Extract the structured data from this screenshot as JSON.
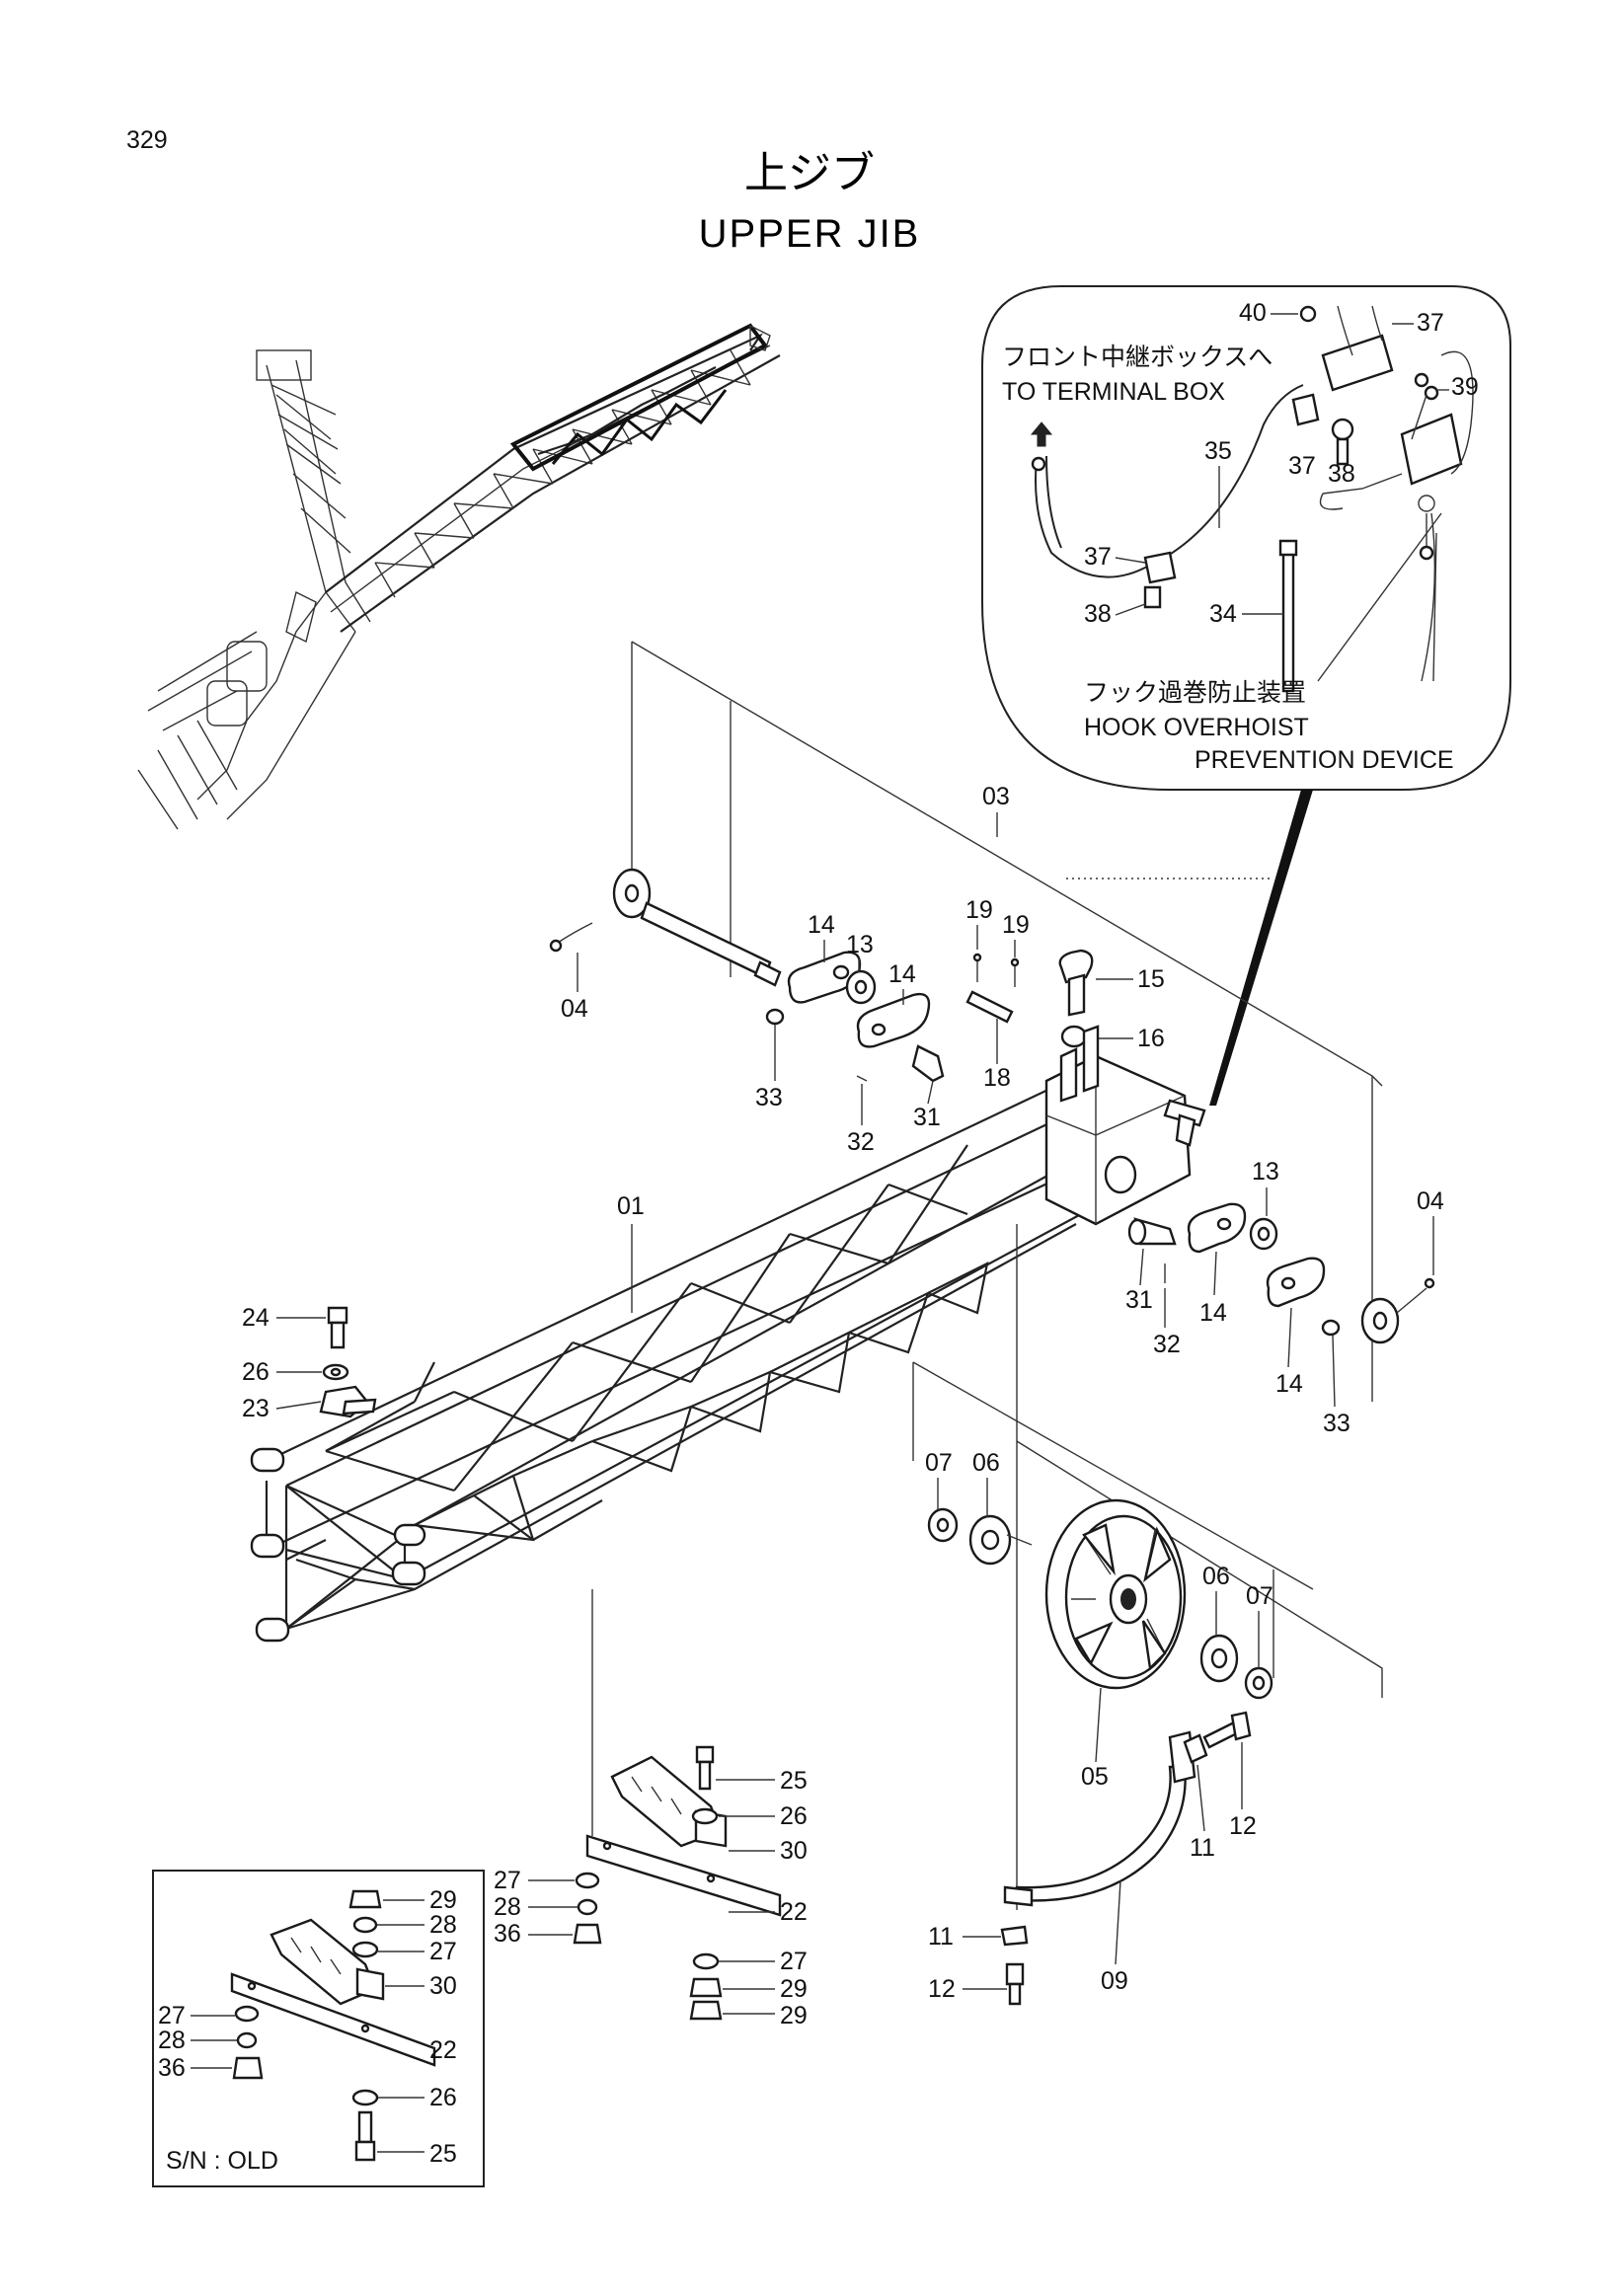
{
  "page_number": "329",
  "title_jp": "上ジブ",
  "title_en": "UPPER JIB",
  "inset_top": {
    "note_jp": "フロント中継ボックスへ",
    "note_en": "TO TERMINAL BOX",
    "device_jp": "フック過巻防止装置",
    "device_en_1": "HOOK OVERHOIST",
    "device_en_2": "PREVENTION DEVICE"
  },
  "inset_bottom": {
    "serial_label": "S/N : OLD"
  },
  "callouts": {
    "c40": "40",
    "c37a": "37",
    "c39": "39",
    "c37b": "37",
    "c38a": "38",
    "c35": "35",
    "c37c": "37",
    "c38b": "38",
    "c34": "34",
    "c03": "03",
    "c04a": "04",
    "c14a": "14",
    "c13a": "13",
    "c14b": "14",
    "c33a": "33",
    "c19a": "19",
    "c19b": "19",
    "c18": "18",
    "c15": "15",
    "c16": "16",
    "c31a": "31",
    "c32a": "32",
    "c01": "01",
    "c13b": "13",
    "c04b": "04",
    "c31b": "31",
    "c32b": "32",
    "c14c": "14",
    "c14d": "14",
    "c33b": "33",
    "c24": "24",
    "c26a": "26",
    "c23": "23",
    "c07a": "07",
    "c06a": "06",
    "c06b": "06",
    "c07b": "07",
    "c05": "05",
    "c12a": "12",
    "c11a": "11",
    "c25a": "25",
    "c26b": "26",
    "c30a": "30",
    "c27a": "27",
    "c28a": "28",
    "c36a": "36",
    "c22a": "22",
    "c27b": "27",
    "c29a": "29",
    "c29b": "29",
    "c11b": "11",
    "c12b": "12",
    "c09": "09",
    "c29c": "29",
    "c28b": "28",
    "c27c": "27",
    "c30b": "30",
    "c27d": "27",
    "c28c": "28",
    "c36b": "36",
    "c22b": "22",
    "c26c": "26",
    "c25b": "25"
  }
}
